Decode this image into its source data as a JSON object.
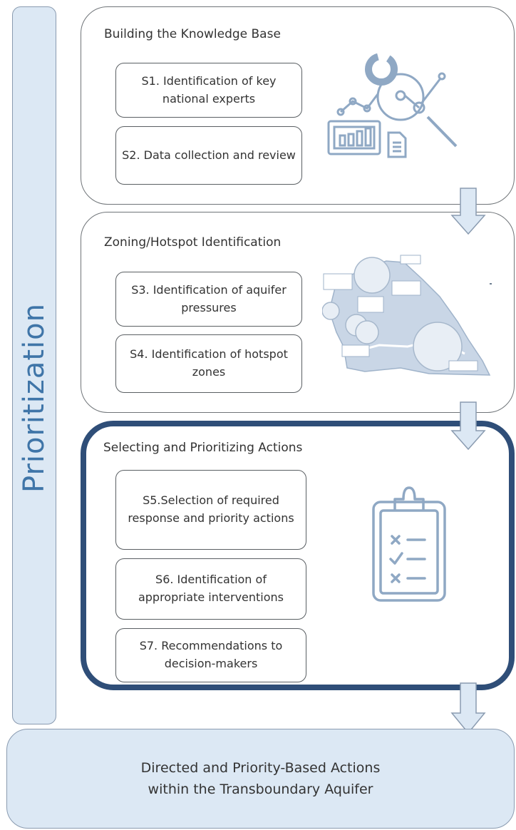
{
  "sidebar": {
    "label": "Prioritization"
  },
  "panels": [
    {
      "title": "Building the Knowledge Base",
      "steps": [
        {
          "label": "S1. Identification of key national experts"
        },
        {
          "label": "S2. Data collection and review"
        }
      ],
      "icon": "data-analytics-icon"
    },
    {
      "title": "Zoning/Hotspot Identification",
      "steps": [
        {
          "label": "S3. Identification of aquifer pressures"
        },
        {
          "label": "S4. Identification of hotspot zones"
        }
      ],
      "icon": "hotspot-map-icon"
    },
    {
      "title": "Selecting and Prioritizing Actions",
      "steps": [
        {
          "label": "S5.Selection of required response and priority actions"
        },
        {
          "label": "S6. Identification of appropriate interventions"
        },
        {
          "label": "S7. Recommendations to decision-makers"
        }
      ],
      "icon": "checklist-clipboard-icon"
    }
  ],
  "outcome": {
    "label": "Directed and Priority-Based Actions within the Transboundary Aquifer"
  },
  "colors": {
    "sidebar_fill": "#dce8f4",
    "sidebar_text": "#3f75a8",
    "highlight_border": "#2f4e78",
    "icon_stroke": "#8fa8c4"
  }
}
